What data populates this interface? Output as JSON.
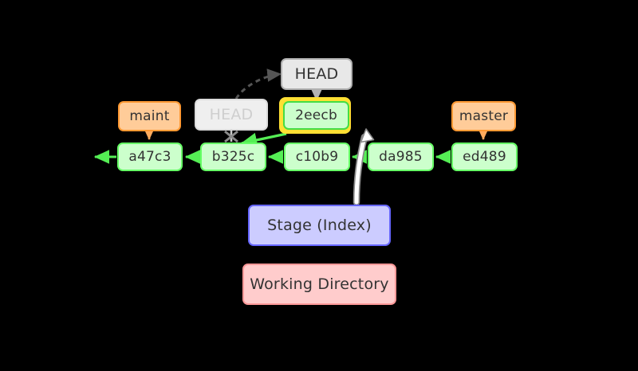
{
  "diagram": {
    "title": "git-commit-amend-state-diagram",
    "background_color": "#000000",
    "colors": {
      "commit_fill": "#ccffcc",
      "commit_border": "#66ff66",
      "branch_fill": "#ffcc99",
      "branch_border": "#ff9933",
      "head_fill": "#e8e8e8",
      "head_border": "#b0b0b0",
      "head_ghost_fill": "#efefef",
      "head_ghost_border": "#dcdcdc",
      "head_ghost_text": "#cfcfcf",
      "stage_fill": "#ccccff",
      "stage_border": "#6666ff",
      "workdir_fill": "#ffcccc",
      "workdir_border": "#ff9999",
      "highlight": "#ffe033",
      "text": "#333333",
      "dashed_arrow": "#555555",
      "cross_marker": "#888888",
      "white_arrow_stroke": "#888888",
      "white_arrow_fill": "#ffffff"
    },
    "commits": [
      {
        "id": "a47c3",
        "label": "a47c3"
      },
      {
        "id": "b325c",
        "label": "b325c"
      },
      {
        "id": "c10b9",
        "label": "c10b9"
      },
      {
        "id": "da985",
        "label": "da985"
      },
      {
        "id": "ed489",
        "label": "ed489"
      }
    ],
    "amended_commit": {
      "id": "2eecb",
      "label": "2eecb",
      "highlighted": true
    },
    "branch_labels": [
      {
        "id": "maint",
        "label": "maint",
        "points_to": "a47c3"
      },
      {
        "id": "master",
        "label": "master",
        "points_to": "ed489"
      }
    ],
    "head_pointer": {
      "label": "HEAD",
      "points_to": "2eecb"
    },
    "head_pointer_previous": {
      "label": "HEAD",
      "points_to": "b325c",
      "state": "ghost-removed"
    },
    "areas": [
      {
        "id": "stage",
        "label": "Stage (Index)"
      },
      {
        "id": "workdir",
        "label": "Working Directory"
      }
    ],
    "edges": [
      {
        "from": "a47c3",
        "to": "history",
        "style": "solid-green"
      },
      {
        "from": "b325c",
        "to": "a47c3",
        "style": "solid-green"
      },
      {
        "from": "c10b9",
        "to": "b325c",
        "style": "solid-green"
      },
      {
        "from": "da985",
        "to": "c10b9",
        "style": "solid-green"
      },
      {
        "from": "ed489",
        "to": "da985",
        "style": "solid-green"
      },
      {
        "from": "2eecb",
        "to": "b325c",
        "style": "solid-green"
      },
      {
        "from": "maint",
        "to": "a47c3",
        "style": "solid-orange"
      },
      {
        "from": "master",
        "to": "ed489",
        "style": "solid-orange"
      },
      {
        "from": "HEAD",
        "to": "2eecb",
        "style": "solid-grey"
      },
      {
        "from": "HEAD-ghost",
        "to": "HEAD",
        "style": "dashed-grey"
      },
      {
        "from": "HEAD-ghost",
        "to": "b325c",
        "style": "crossed-out"
      },
      {
        "from": "stage",
        "to": "2eecb",
        "style": "outlined-white-curve"
      }
    ]
  }
}
